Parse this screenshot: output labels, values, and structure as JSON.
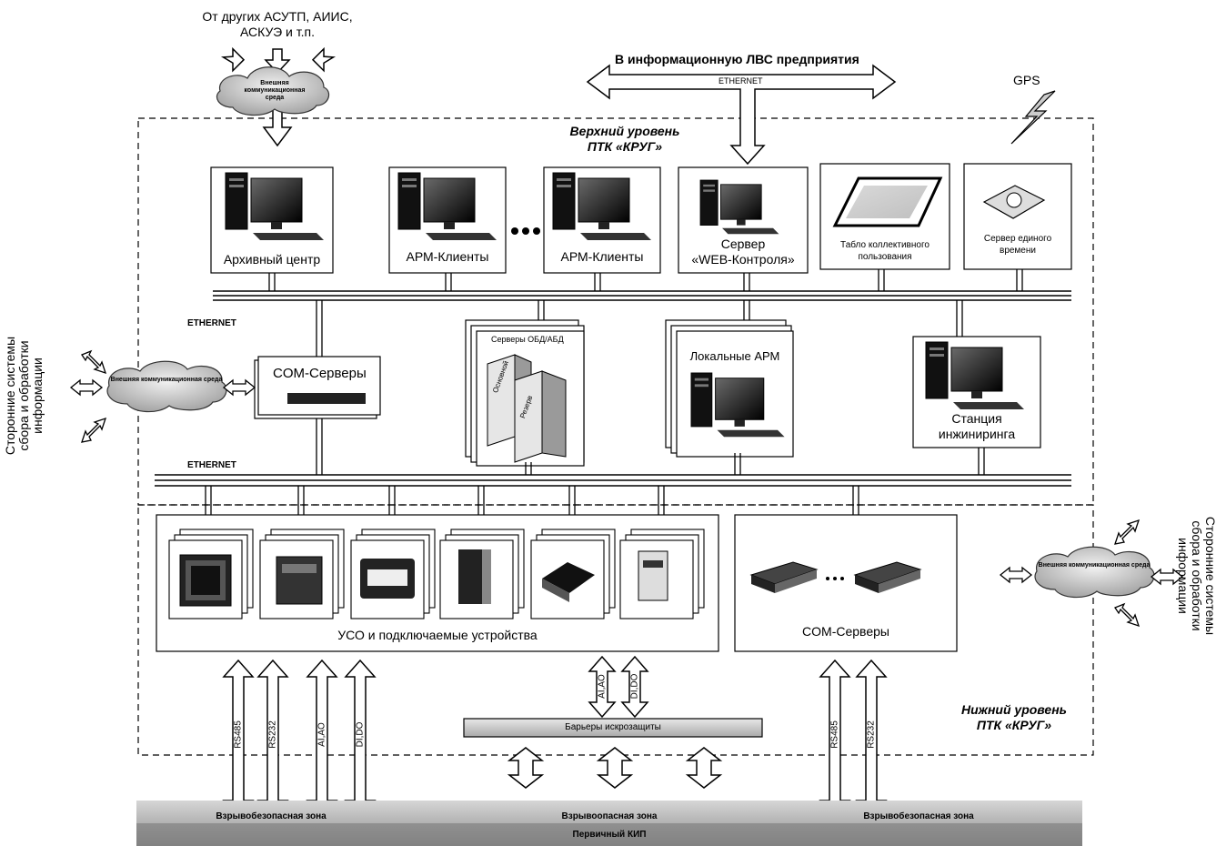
{
  "top": {
    "other_systems_line1": "От других АСУТП, АИИС,",
    "other_systems_line2": "АСКУЭ и т.п.",
    "lan_title": "В информационную ЛВС предприятия",
    "lan_ethernet": "ETHERNET",
    "gps": "GPS",
    "upper_level_line1": "Верхний уровень",
    "upper_level_line2": "ПТК «КРУГ»"
  },
  "clouds": {
    "top_line1": "Внешняя",
    "top_line2": "коммуникационная",
    "top_line3": "среда",
    "left": "Внешняя коммуникационная среда",
    "right": "Внешняя коммуникационная среда"
  },
  "upper_devices": {
    "archive": "Архивный центр",
    "arm1": "АРМ-Клиенты",
    "arm2": "АРМ-Клиенты",
    "web_line1": "Сервер",
    "web_line2": "«WEB-Контроля»",
    "tablo_line1": "Табло коллективного",
    "tablo_line2": "пользования",
    "time_line1": "Сервер единого",
    "time_line2": "времени"
  },
  "middle": {
    "ethernet1": "ETHERNET",
    "ethernet2": "ETHERNET",
    "com_servers": "COM-Серверы",
    "obd_servers": "Серверы ОБД/АБД",
    "obd_main": "Основной",
    "obd_reserve": "Резерв",
    "local_arm": "Локальные АРМ",
    "eng_line1": "Станция",
    "eng_line2": "инжиниринга"
  },
  "side": {
    "left_line1": "Сторонние системы",
    "left_line2": "сбора и обработки",
    "left_line3": "информации",
    "right_line1": "Сторонние системы",
    "right_line2": "сбора и обработки",
    "right_line3": "информации"
  },
  "lower": {
    "uso": "УСО и подключаемые устройства",
    "com_servers": "COM-Серверы",
    "lower_level_line1": "Нижний уровень",
    "lower_level_line2": "ПТК «КРУГ»",
    "barriers": "Барьеры искрозащиты",
    "arrow_rs485": "RS485",
    "arrow_rs232": "RS232",
    "arrow_aiao": "AI,AO",
    "arrow_dido": "DI,DO",
    "arrow_aiao2": "AI,AO",
    "arrow_dido2": "DI,DO",
    "arrow_rs485_r": "RS485",
    "arrow_rs232_r": "RS232"
  },
  "zones": {
    "safe_left": "Взрывобезопасная зона",
    "hazard": "Взрывоопасная зона",
    "safe_right": "Взрывобезопасная зона",
    "kip": "Первичный КИП"
  }
}
